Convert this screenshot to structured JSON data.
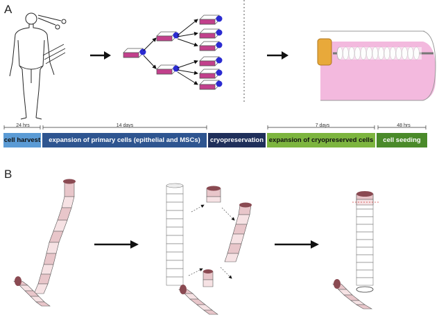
{
  "panels": {
    "a_label": "A",
    "b_label": "B"
  },
  "timeline": {
    "durations": [
      "24 hrs",
      "14 days",
      "7 days",
      "48 hrs"
    ],
    "steps": [
      {
        "label": "cell harvest",
        "color": "#5b9bd5",
        "text_color": "#111111"
      },
      {
        "label": "expansion of primary cells (epithelial and MSCs)",
        "color": "#2e5590",
        "text_color": "#ffffff"
      },
      {
        "label": "cryopreservation",
        "color": "#1f2f5a",
        "text_color": "#ffffff"
      },
      {
        "label": "expansion of cryopreserved cells",
        "color": "#7db53f",
        "text_color": "#111111"
      },
      {
        "label": "cell seeding",
        "color": "#4a8a2a",
        "text_color": "#ffffff"
      }
    ]
  },
  "colors": {
    "flask_pink": "#c2408c",
    "flask_cap": "#2b2bd1",
    "bioreactor_fluid": "#f0a8d6",
    "bioreactor_cap": "#e8a93a",
    "trachea_ring": "#e8c6ca",
    "trachea_dark": "#8a4a52",
    "scaffold_white": "#ffffff",
    "arrow": "#111111"
  },
  "icons": [
    "human-body-icon",
    "scissors-icon",
    "culture-flask-icon",
    "bioreactor-icon",
    "trachea-icon",
    "scaffold-icon"
  ]
}
